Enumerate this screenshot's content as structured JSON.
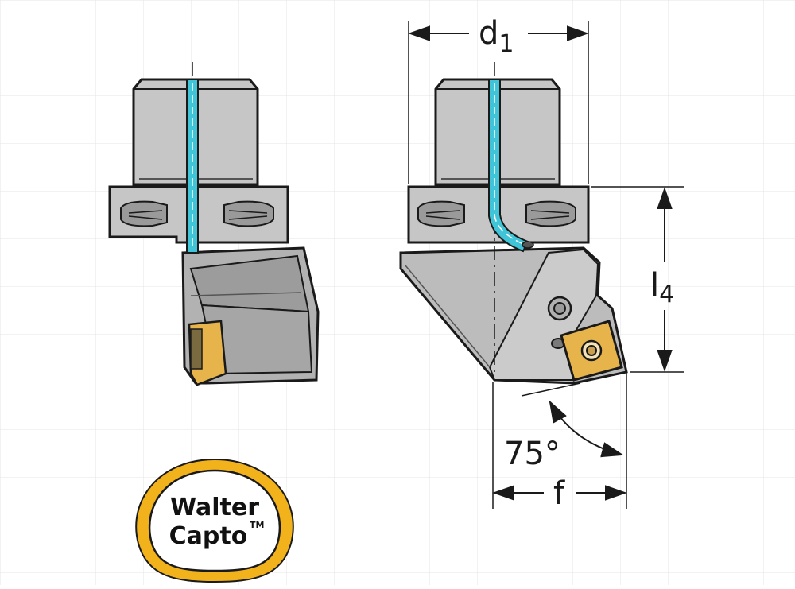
{
  "labels": {
    "d1_main": "d",
    "d1_sub": "1",
    "l4_main": "l",
    "l4_sub": "4",
    "angle": "75°",
    "f": "f"
  },
  "logo": {
    "line1": "Walter",
    "line2": "Capto",
    "trademark": "TM"
  },
  "colors": {
    "body": "#c6c6c6",
    "body_dark": "#8a8a8a",
    "coolant": "#3fc4d8",
    "insert": "#e6b44a",
    "logo_ring": "#f2b21b",
    "outline": "#1a1a1a",
    "grid": "#e4e4e4"
  }
}
